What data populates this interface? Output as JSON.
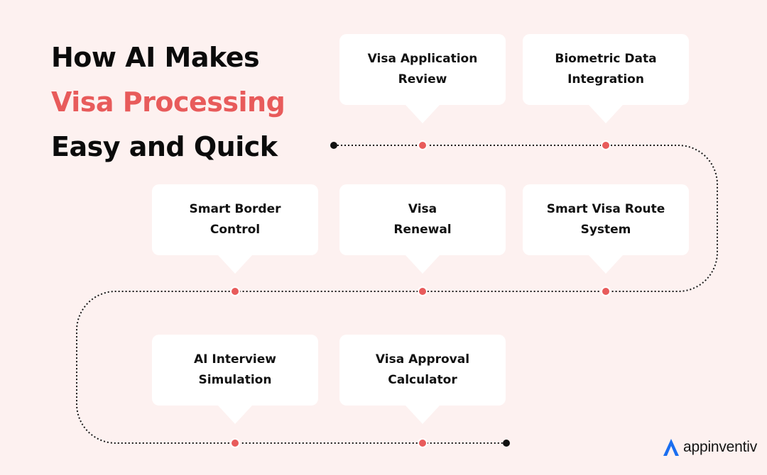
{
  "title": {
    "line1": "How AI Makes",
    "line2": "Visa Processing",
    "line3": "Easy and Quick"
  },
  "colors": {
    "background": "#fdf1f0",
    "accent": "#e85b5b",
    "text": "#0b0b0b",
    "card": "#ffffff",
    "brand": "#1a6ef0"
  },
  "steps": [
    {
      "label": "Visa Application Review"
    },
    {
      "label": "Biometric Data Integration"
    },
    {
      "label": "Smart Visa Route System"
    },
    {
      "label": "Visa Renewal"
    },
    {
      "label": "Smart Border Control"
    },
    {
      "label": "AI Interview Simulation"
    },
    {
      "label": "Visa Approval Calculator"
    }
  ],
  "brand": {
    "name": "appinventiv",
    "icon": "appinventiv-logo-icon"
  }
}
